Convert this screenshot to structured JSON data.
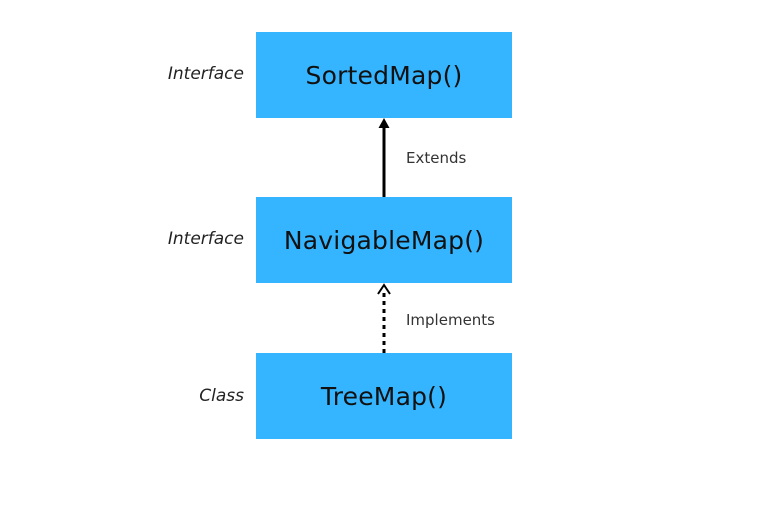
{
  "nodes": {
    "sortedmap": {
      "name": "SortedMap()",
      "kind": "Interface"
    },
    "navigablemap": {
      "name": "NavigableMap()",
      "kind": "Interface"
    },
    "treemap": {
      "name": "TreeMap()",
      "kind": "Class"
    }
  },
  "edges": {
    "extends": {
      "label": "Extends",
      "style": "solid"
    },
    "implements": {
      "label": "Implements",
      "style": "dotted"
    }
  },
  "colors": {
    "box_fill": "#35b5ff",
    "box_text": "#111111",
    "arrow": "#000000"
  }
}
